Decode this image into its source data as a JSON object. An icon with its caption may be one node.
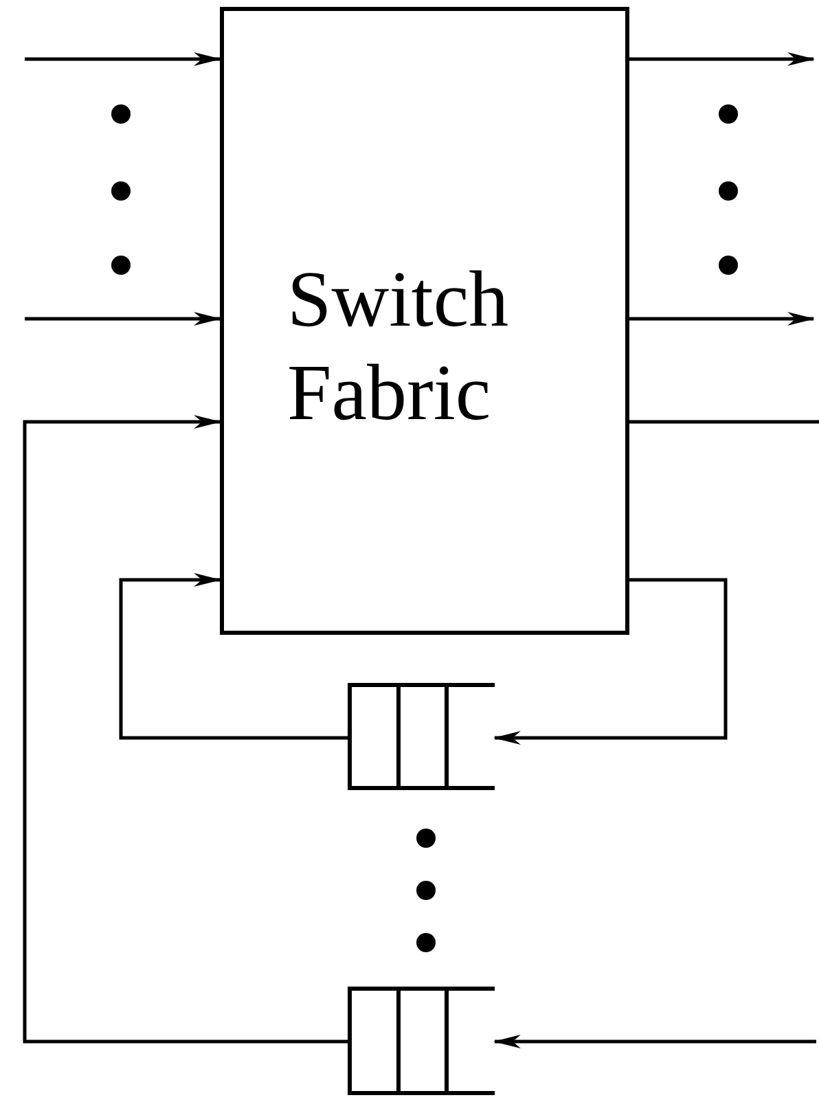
{
  "diagram": {
    "nodes": [
      {
        "text": [
          "Switch Fabric"
        ]
      },
      {
        "text": [],
        "shape": "queue"
      },
      {
        "text": [],
        "shape": "queue"
      }
    ],
    "edges": [
      {
        "from": null,
        "to": 0,
        "arrow": "to"
      },
      {
        "from": null,
        "to": 0,
        "arrow": "to"
      },
      {
        "from": 0,
        "to": null,
        "arrow": "to"
      },
      {
        "from": 0,
        "to": null,
        "arrow": "to"
      },
      {
        "from": 0,
        "to": null,
        "arrow": "none"
      },
      {
        "from": 0,
        "to": 1,
        "arrow": "to"
      },
      {
        "from": 1,
        "to": 0,
        "arrow": "to"
      },
      {
        "from": null,
        "to": 2,
        "arrow": "to"
      },
      {
        "from": 2,
        "to": 0,
        "arrow": "to"
      }
    ]
  }
}
